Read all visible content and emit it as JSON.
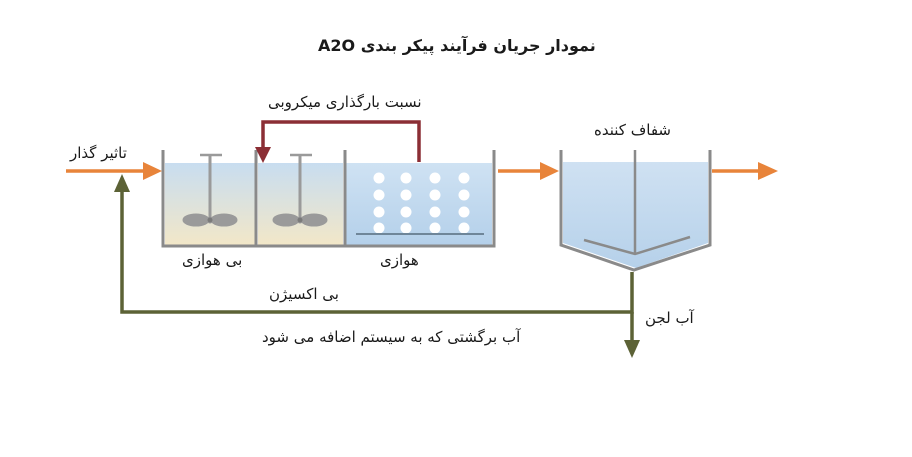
{
  "title": "نمودار جریان فرآیند پیکر بندی A2O",
  "labels": {
    "influent": "تاثیر گذار",
    "internal_recycle": "نسبت بارگذاری میکروبی",
    "clarifier": "شفاف کننده",
    "anaerobic": "بی هوازی",
    "aerobic": "هوازی",
    "anoxic": "بی اکسیژن",
    "sludge": "آب لجن",
    "return_sludge": "آب برگشتی که به سیستم اضافه می شود"
  },
  "colors": {
    "flow_arrow": "#e8843a",
    "recycle_line": "#8b2e35",
    "return_line": "#5c6236",
    "tank_wall": "#8a8a8a",
    "water_top": "#c8ddf0",
    "anaerobic_bottom": "#f2e7c8",
    "aerobic_water": "#bcd6ee",
    "bubble": "#ffffff",
    "mixer": "#9a9a9a"
  },
  "icons": [
    "mixer-icon",
    "air-bubble-icon",
    "flow-arrow-icon"
  ]
}
